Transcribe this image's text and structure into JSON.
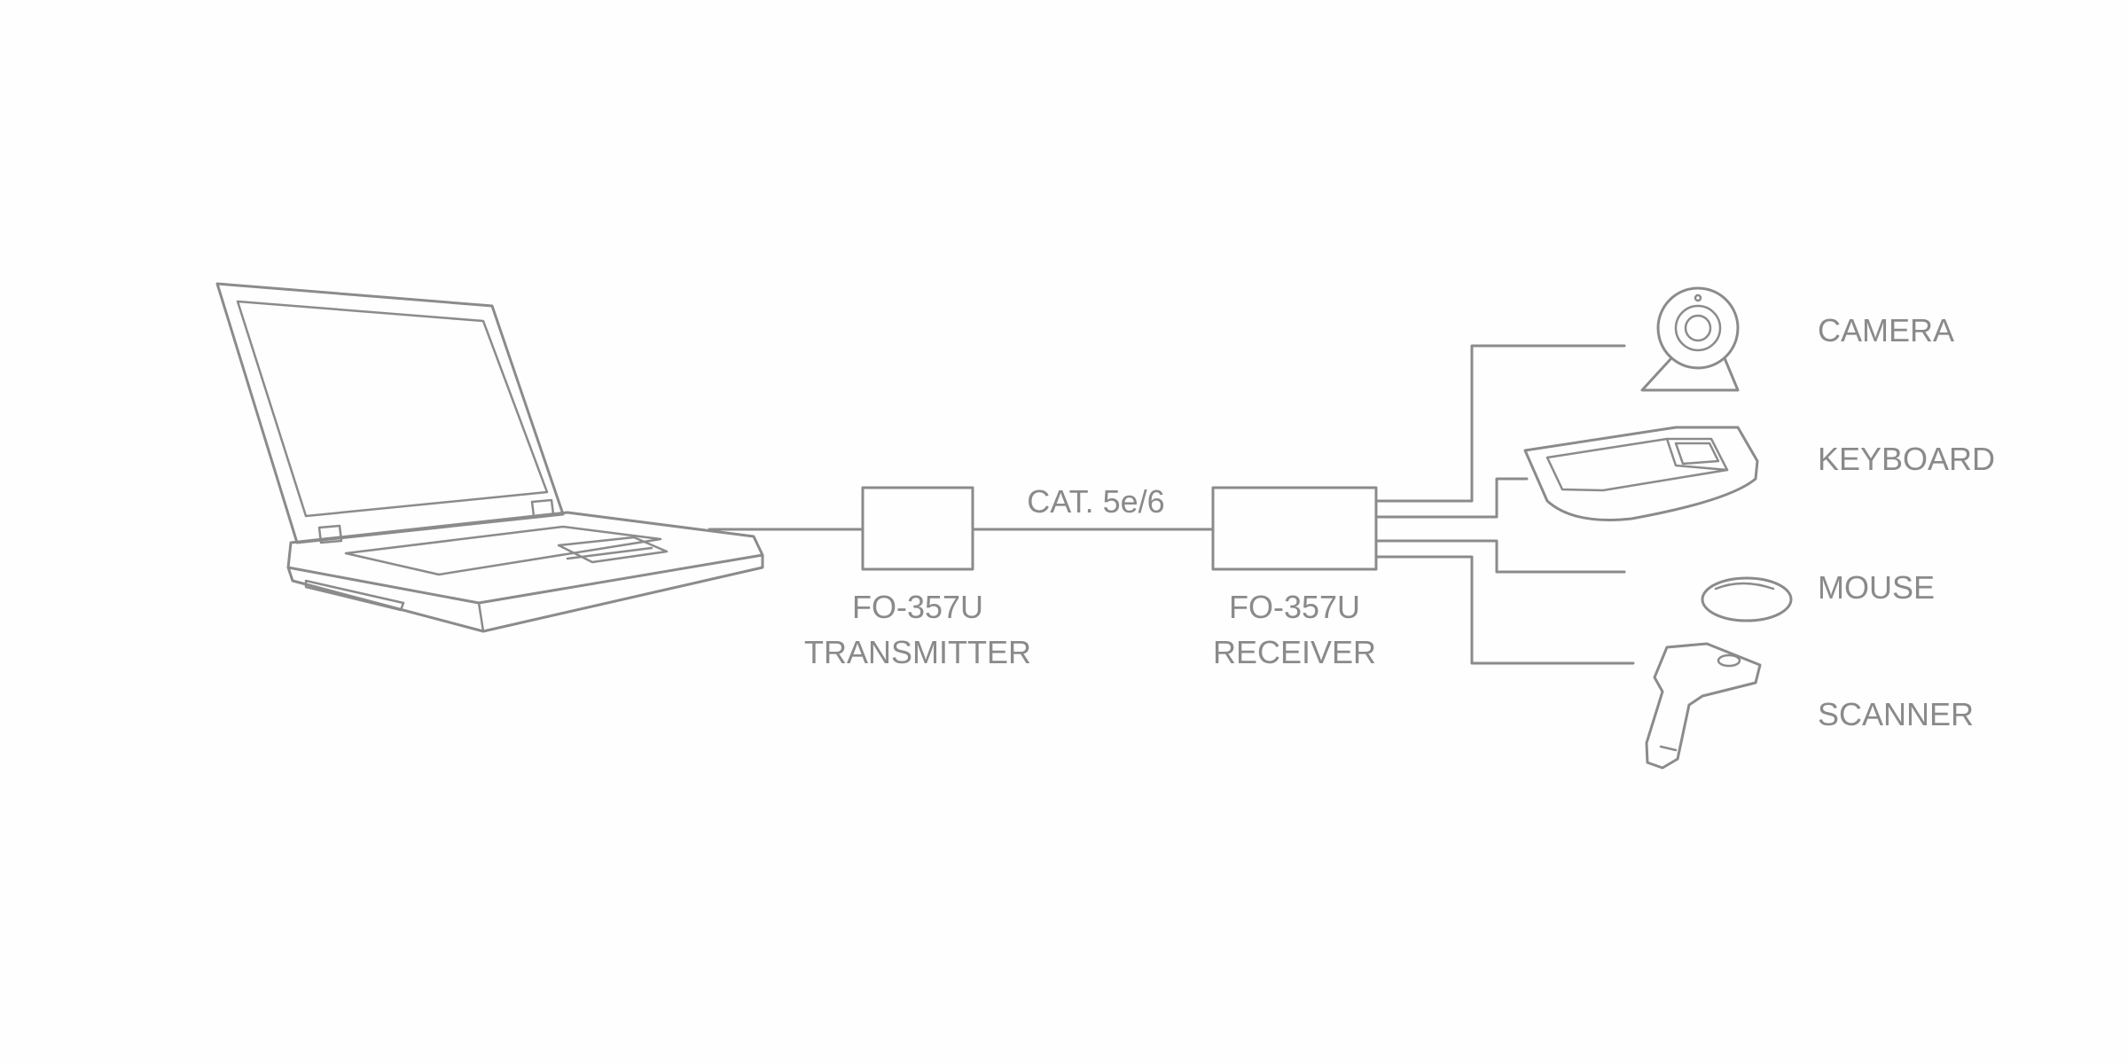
{
  "cable_label": "CAT. 5e/6",
  "transmitter": {
    "model": "FO-357U",
    "role": "TRANSMITTER"
  },
  "receiver": {
    "model": "FO-357U",
    "role": "RECEIVER"
  },
  "devices": {
    "camera": "CAMERA",
    "keyboard": "KEYBOARD",
    "mouse": "MOUSE",
    "scanner": "SCANNER"
  },
  "colors": {
    "line": "#8b8b8b",
    "text": "#8a8a8a",
    "background": "#fefefe"
  }
}
